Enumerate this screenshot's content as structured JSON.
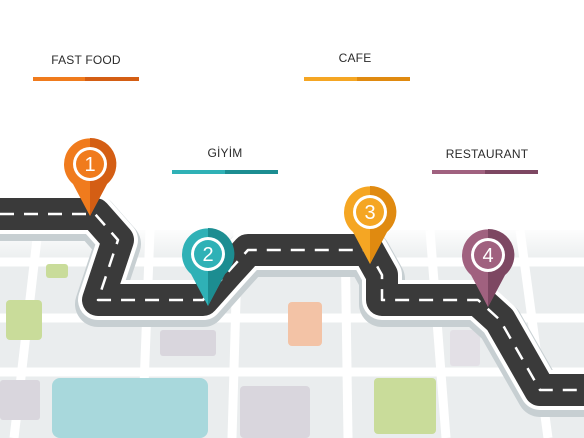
{
  "stops": [
    {
      "number": "1",
      "label": "FAST FOOD",
      "color": "#f07b1d",
      "color_dark": "#d45e14"
    },
    {
      "number": "2",
      "label": "GİYİM",
      "color": "#2fb1b6",
      "color_dark": "#1c8d91"
    },
    {
      "number": "3",
      "label": "CAFE",
      "color": "#f5a623",
      "color_dark": "#e08a10"
    },
    {
      "number": "4",
      "label": "RESTAURANT",
      "color": "#a0617f",
      "color_dark": "#7d4762"
    }
  ]
}
